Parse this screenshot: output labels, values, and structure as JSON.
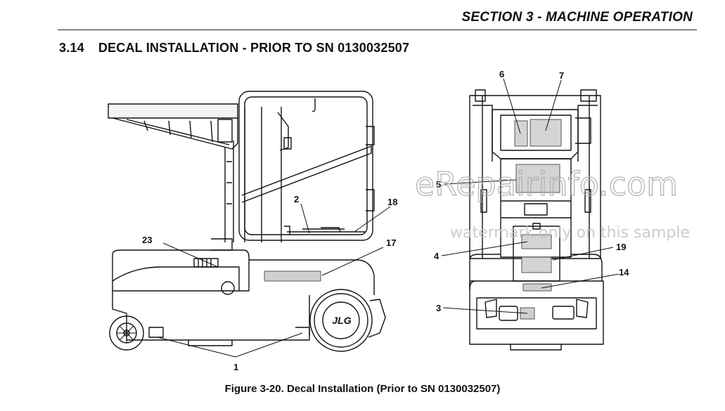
{
  "header": {
    "section_label": "SECTION 3 - MACHINE OPERATION"
  },
  "title": {
    "number": "3.14",
    "text": "DECAL INSTALLATION - PRIOR TO SN 0130032507"
  },
  "figure": {
    "caption": "Figure 3-20. Decal Installation (Prior to SN 0130032507)",
    "logo_text": "JLG",
    "side_view_callouts": [
      "23",
      "2",
      "18",
      "17",
      "1"
    ],
    "rear_view_callouts": [
      "6",
      "7",
      "5",
      "4",
      "19",
      "14",
      "3"
    ]
  },
  "watermark": {
    "line1": "eRepairinfo.com",
    "line2": "watermark only on this sample"
  }
}
